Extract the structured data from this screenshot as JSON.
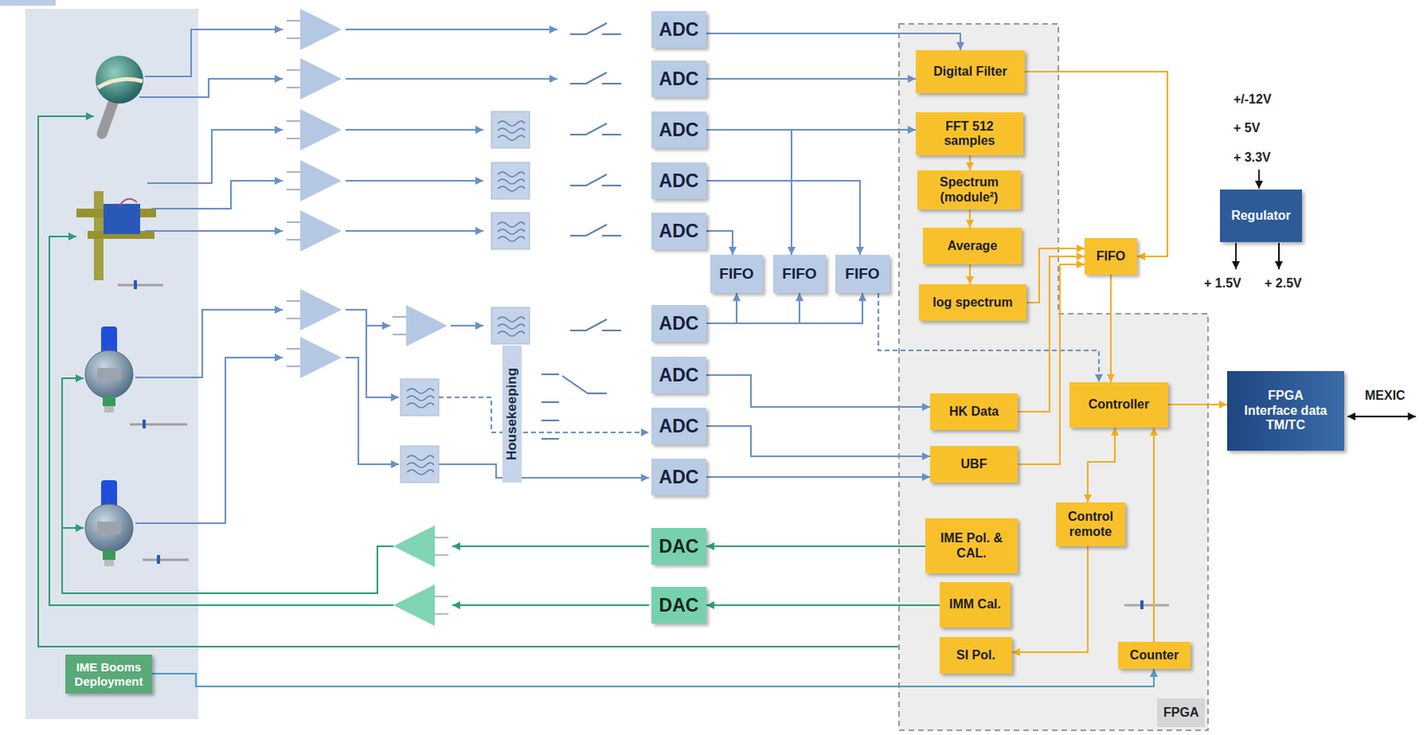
{
  "diagram": {
    "nodes": [
      {
        "text": [
          "ADC"
        ]
      },
      {
        "text": [
          "ADC"
        ]
      },
      {
        "text": [
          "ADC"
        ]
      },
      {
        "text": [
          "ADC"
        ]
      },
      {
        "text": [
          "ADC"
        ]
      },
      {
        "text": [
          "FIFO"
        ]
      },
      {
        "text": [
          "FIFO"
        ]
      },
      {
        "text": [
          "FIFO"
        ]
      },
      {
        "text": [
          "ADC"
        ]
      },
      {
        "text": [
          "ADC"
        ]
      },
      {
        "text": [
          "ADC"
        ]
      },
      {
        "text": [
          "ADC"
        ]
      },
      {
        "text": [
          "DAC"
        ]
      },
      {
        "text": [
          "DAC"
        ]
      },
      {
        "text": [
          "IME Booms Deployment"
        ]
      },
      {
        "text": [
          "FPGA"
        ]
      },
      {
        "text": [
          "Digital Filter"
        ],
        "in": 15
      },
      {
        "text": [
          "FFT 512 samples"
        ],
        "in": 15
      },
      {
        "text": [
          "Spectrum (module²)"
        ],
        "in": 15
      },
      {
        "text": [
          "Average"
        ],
        "in": 15
      },
      {
        "text": [
          "log spectrum"
        ],
        "in": 15
      },
      {
        "text": [
          "FIFO"
        ]
      },
      {
        "text": [
          "HK Data"
        ],
        "in": 15
      },
      {
        "text": [
          "UBF"
        ],
        "in": 15
      },
      {
        "text": [
          "Controller"
        ],
        "in": 15
      },
      {
        "text": [
          "Control remote"
        ],
        "in": 15
      },
      {
        "text": [
          "IME Pol. & CAL."
        ],
        "in": 15
      },
      {
        "text": [
          "IMM Cal."
        ],
        "in": 15
      },
      {
        "text": [
          "SI Pol."
        ],
        "in": 15
      },
      {
        "text": [
          "Counter"
        ],
        "in": 15
      },
      {
        "text": [
          "Regulator"
        ]
      },
      {
        "text": [
          "FPGA",
          "Interface data TM/TC"
        ]
      }
    ],
    "edges": [
      {
        "from": 0,
        "to": 16,
        "arrow": "to"
      },
      {
        "from": 1,
        "to": 16,
        "arrow": "to"
      },
      {
        "from": 2,
        "to": 17,
        "arrow": "to"
      },
      {
        "from": 2,
        "to": 6,
        "arrow": "to"
      },
      {
        "from": 3,
        "to": 7,
        "arrow": "to"
      },
      {
        "from": 4,
        "to": 5,
        "arrow": "to"
      },
      {
        "from": 8,
        "to": 5,
        "arrow": "to"
      },
      {
        "from": 8,
        "to": 6,
        "arrow": "to"
      },
      {
        "from": 8,
        "to": 7,
        "arrow": "to"
      },
      {
        "from": 7,
        "to": 24,
        "arrow": "to"
      },
      {
        "from": 9,
        "to": 22,
        "arrow": "to"
      },
      {
        "from": 10,
        "to": 23,
        "arrow": "to"
      },
      {
        "from": 11,
        "to": 23,
        "arrow": "to"
      },
      {
        "from": 16,
        "to": 21,
        "arrow": "to"
      },
      {
        "from": 17,
        "to": 18,
        "arrow": "to"
      },
      {
        "from": 18,
        "to": 19,
        "arrow": "to"
      },
      {
        "from": 19,
        "to": 20,
        "arrow": "to"
      },
      {
        "from": 20,
        "to": 21,
        "arrow": "to"
      },
      {
        "from": 22,
        "to": 21,
        "arrow": "to"
      },
      {
        "from": 23,
        "to": 21,
        "arrow": "to"
      },
      {
        "from": 21,
        "to": 24,
        "arrow": "to"
      },
      {
        "from": 24,
        "to": 31,
        "arrow": "to"
      },
      {
        "from": 25,
        "to": 24,
        "arrow": "both"
      },
      {
        "from": 25,
        "to": 28,
        "arrow": "to"
      },
      {
        "from": 29,
        "to": 24,
        "arrow": "to"
      },
      {
        "from": 26,
        "to": 12,
        "arrow": "to"
      },
      {
        "from": 27,
        "to": 13,
        "arrow": "to"
      },
      {
        "from": 14,
        "to": 29,
        "arrow": "to"
      }
    ],
    "labels": [
      "Housekeeping",
      "+/-12V",
      "+ 5V",
      "+ 3.3V",
      "+ 1.5V",
      "+ 2.5V",
      "MEXIC"
    ]
  }
}
